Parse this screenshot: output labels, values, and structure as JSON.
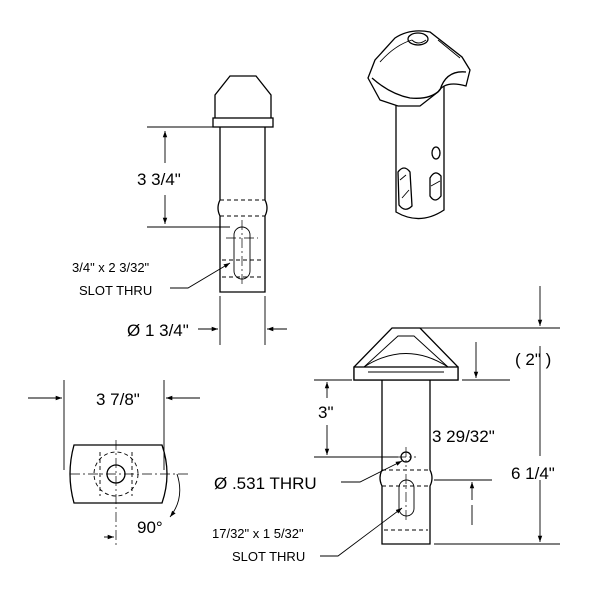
{
  "dimensions": {
    "side_height": "3 3/4\"",
    "side_slot": "3/4\" x 2 3/32\"",
    "side_slot_note": "SLOT THRU",
    "side_diameter": "Ø 1 3/4\"",
    "top_width": "3 7/8\"",
    "top_angle": "90°",
    "front_head_height": "( 2\" )",
    "front_hole_offset": "3\"",
    "front_body_length": "3 29/32\"",
    "front_hole": "Ø .531 THRU",
    "front_total_length": "6 1/4\"",
    "front_slot": "17/32\" x 1 5/32\"",
    "front_slot_note": "SLOT THRU"
  }
}
